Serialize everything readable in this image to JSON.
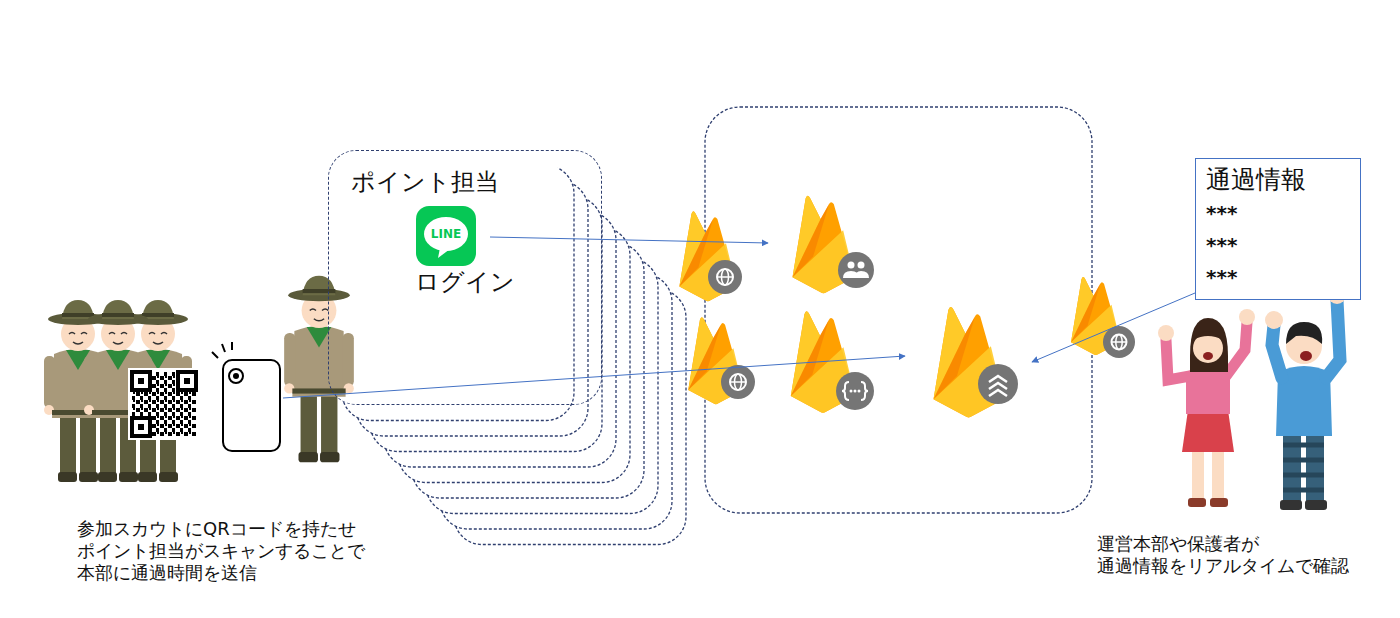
{
  "diagram": {
    "nodes": [
      {
        "text": [
          "ポイント担当",
          "ログイン"
        ]
      },
      {
        "text": [
          "通過情報",
          "***",
          "***",
          "***"
        ]
      }
    ],
    "labels": [
      "LINE",
      "参加スカウトにQRコードを持たせ ポイント担当がスキャンすることで 本部に通過時間を送信",
      "運営本部や保護者が 通過情報をリアルタイムで確認"
    ]
  }
}
